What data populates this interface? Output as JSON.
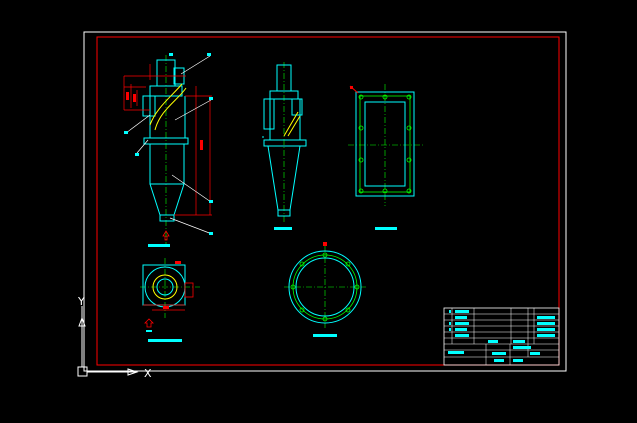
{
  "viewport": {
    "background": "#000000"
  },
  "colors": {
    "sheet_border": "#ffffff",
    "frame": "#ff0000",
    "outline": "#00ffff",
    "centerline": "#00ff00",
    "dimension": "#ff0000",
    "leader": "#ffffff",
    "text_bar": "#00ffff",
    "ucs": "#ffffff"
  },
  "ucs": {
    "x_label": "X",
    "y_label": "Y"
  },
  "icons": [
    "ucs-icon",
    "direction-arrow-icon"
  ],
  "views": [
    "cyclone-front-view",
    "cyclone-side-view",
    "flange-plan-view",
    "inlet-section-view",
    "ring-flange-view"
  ]
}
